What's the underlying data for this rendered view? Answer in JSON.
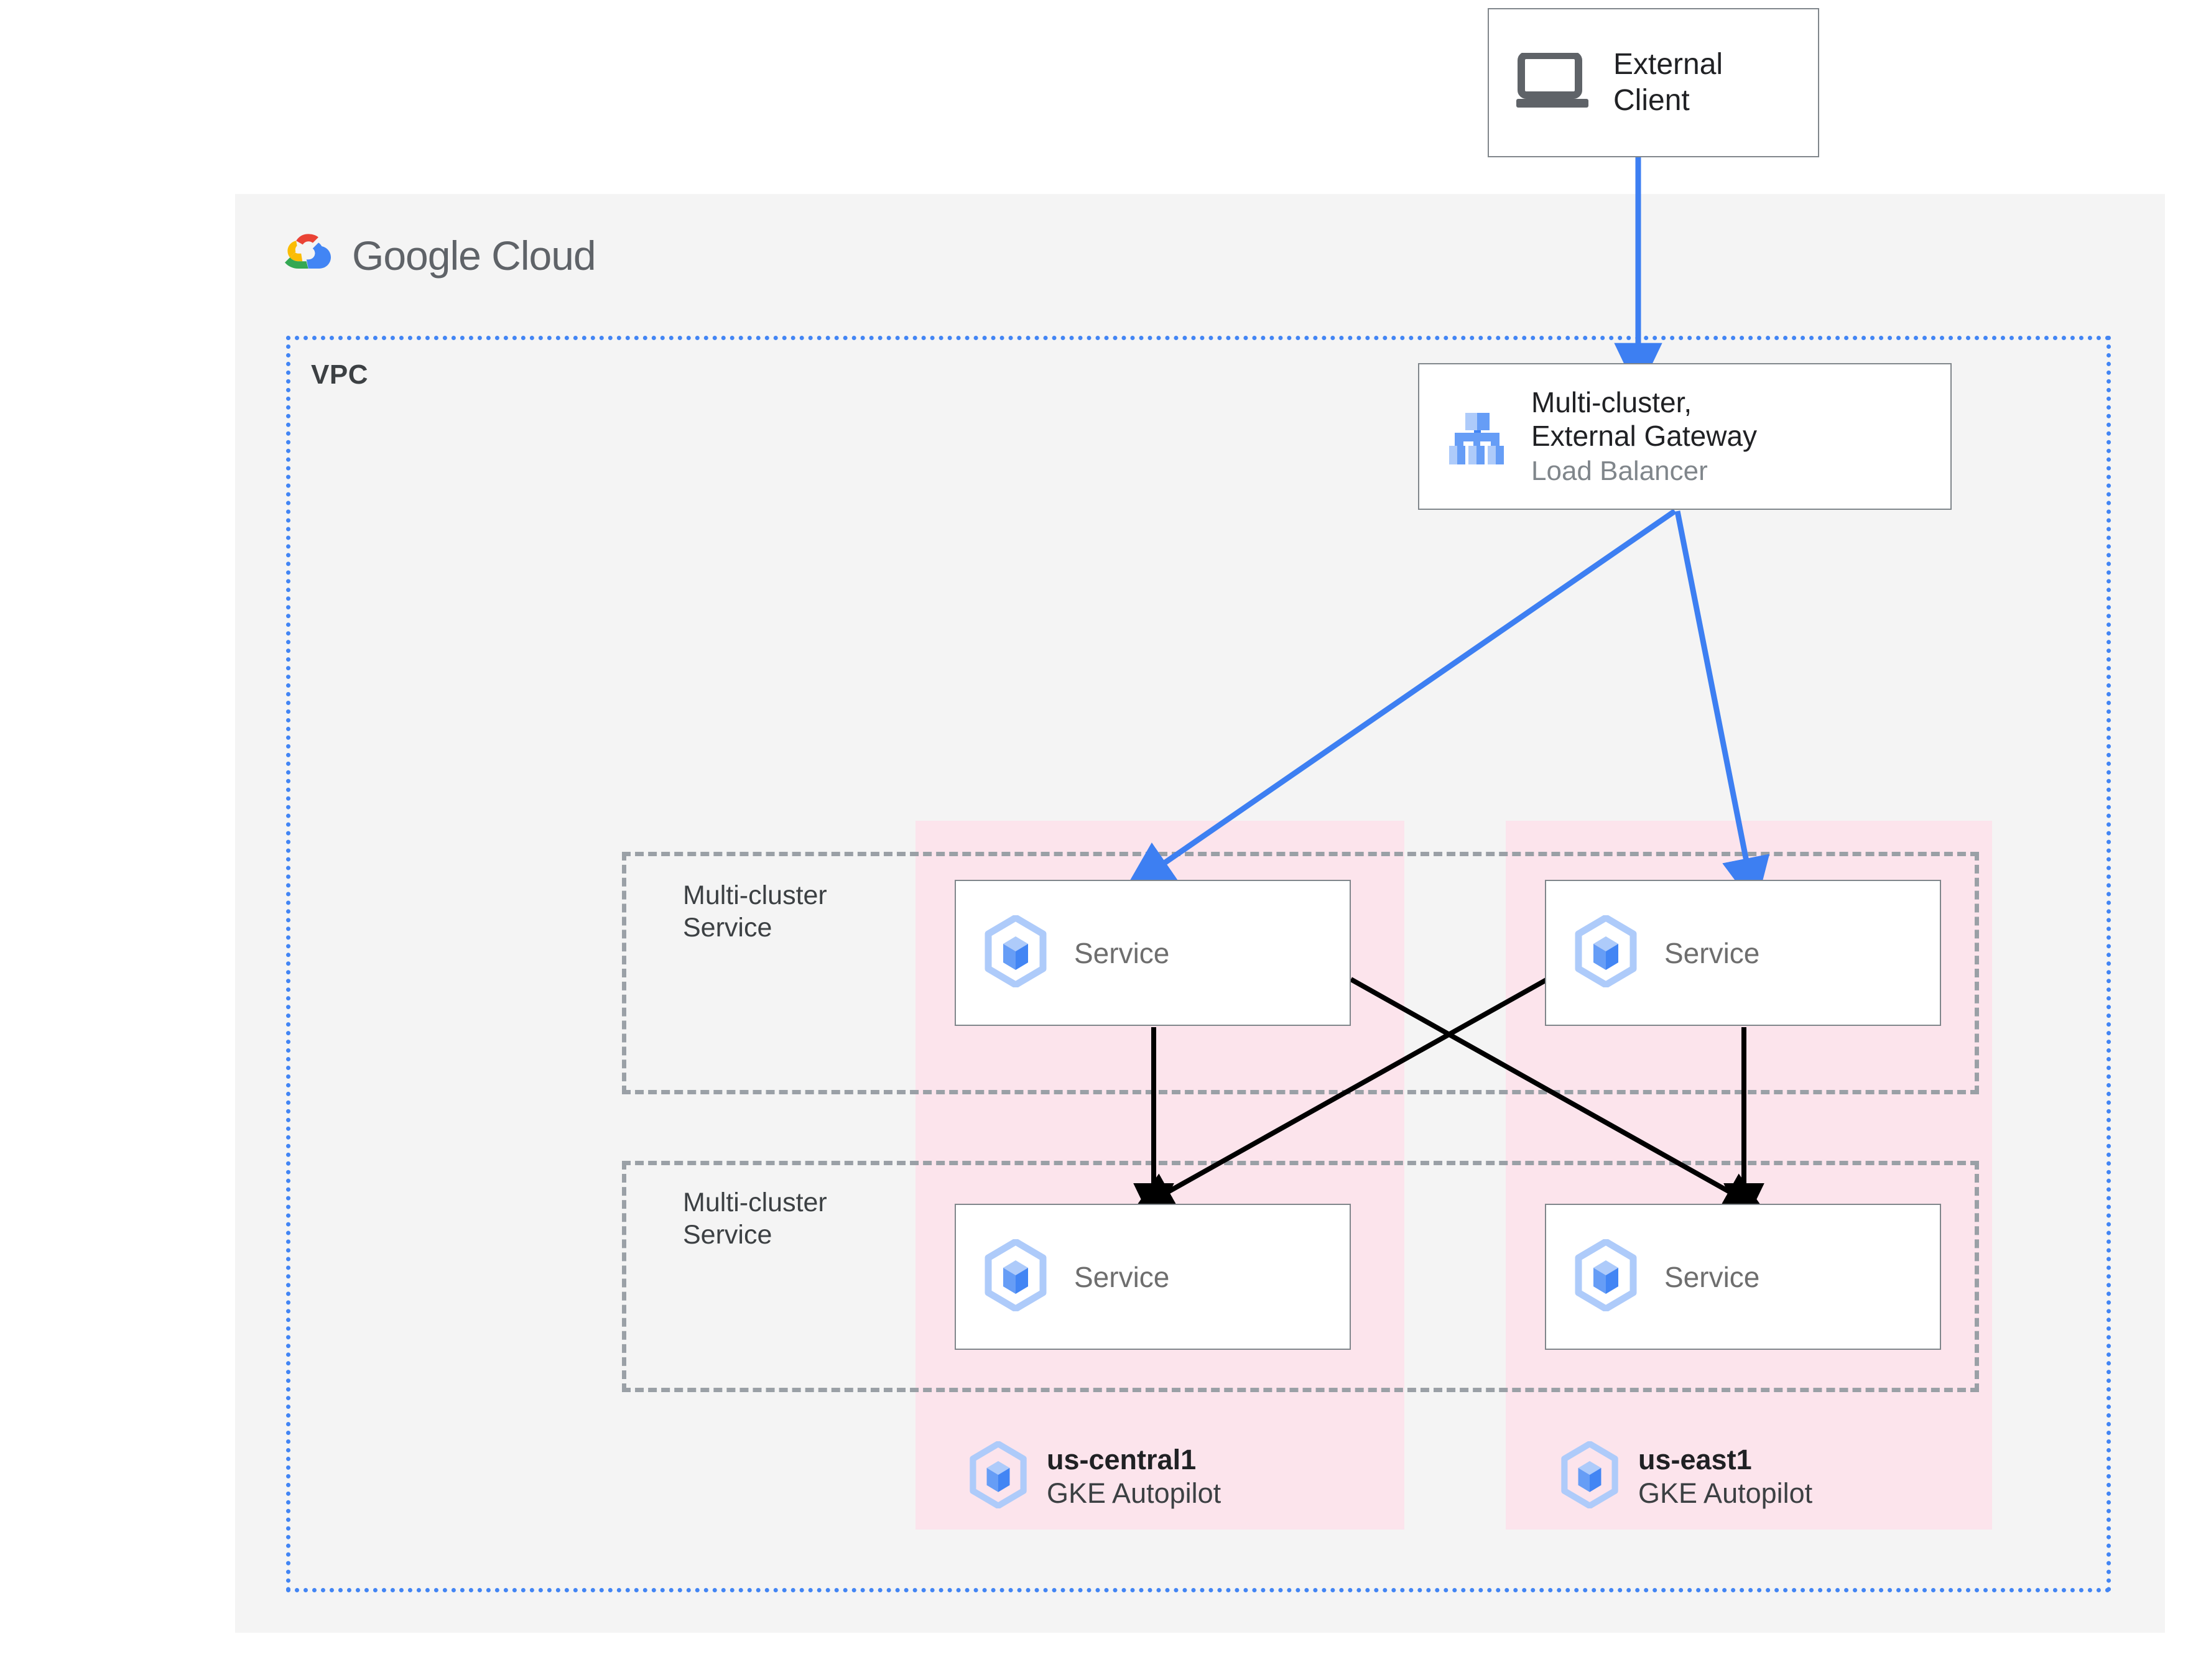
{
  "diagram": {
    "title": "Google Cloud multi-cluster Gateway architecture",
    "colors": {
      "background": "#ffffff",
      "cloud_panel": "#f4f4f4",
      "vpc_border": "#4285f4",
      "cluster_band": "#fce4ec",
      "dashed_border": "#9aa0a6",
      "node_border": "#80868b",
      "blue_arrow": "#3d7ff2",
      "black_arrow": "#000000",
      "google_red": "#ea4335",
      "google_yellow": "#fbbc04",
      "google_green": "#34a853",
      "google_blue": "#4285f4",
      "muted_text": "#80868b"
    }
  },
  "brand": {
    "logo_icon": "google-cloud-logo-icon",
    "word_google": "Google",
    "word_cloud": "Cloud"
  },
  "external_client": {
    "icon": "laptop-icon",
    "label": "External\nClient"
  },
  "vpc": {
    "label": "VPC"
  },
  "gateway": {
    "icon": "load-balancer-icon",
    "title": "Multi-cluster,\nExternal Gateway",
    "subtitle": "Load Balancer"
  },
  "multi_cluster_services": [
    {
      "label": "Multi-cluster\nService"
    },
    {
      "label": "Multi-cluster\nService"
    }
  ],
  "services": [
    {
      "id": "central-top",
      "icon": "kubernetes-service-icon",
      "label": "Service"
    },
    {
      "id": "east-top",
      "icon": "kubernetes-service-icon",
      "label": "Service"
    },
    {
      "id": "central-bottom",
      "icon": "kubernetes-service-icon",
      "label": "Service"
    },
    {
      "id": "east-bottom",
      "icon": "kubernetes-service-icon",
      "label": "Service"
    }
  ],
  "clusters": [
    {
      "id": "us-central1",
      "icon": "kubernetes-service-icon",
      "name": "us-central1",
      "kind": "GKE Autopilot"
    },
    {
      "id": "us-east1",
      "icon": "kubernetes-service-icon",
      "name": "us-east1",
      "kind": "GKE Autopilot"
    }
  ],
  "connections": [
    {
      "from": "external-client",
      "to": "gateway",
      "color": "blue"
    },
    {
      "from": "gateway",
      "to": "central-top",
      "color": "blue"
    },
    {
      "from": "gateway",
      "to": "east-top",
      "color": "blue"
    },
    {
      "from": "central-top",
      "to": "central-bottom",
      "color": "black"
    },
    {
      "from": "east-top",
      "to": "east-bottom",
      "color": "black"
    },
    {
      "from": "central-top",
      "to": "east-bottom",
      "color": "black"
    },
    {
      "from": "east-top",
      "to": "central-bottom",
      "color": "black"
    }
  ]
}
